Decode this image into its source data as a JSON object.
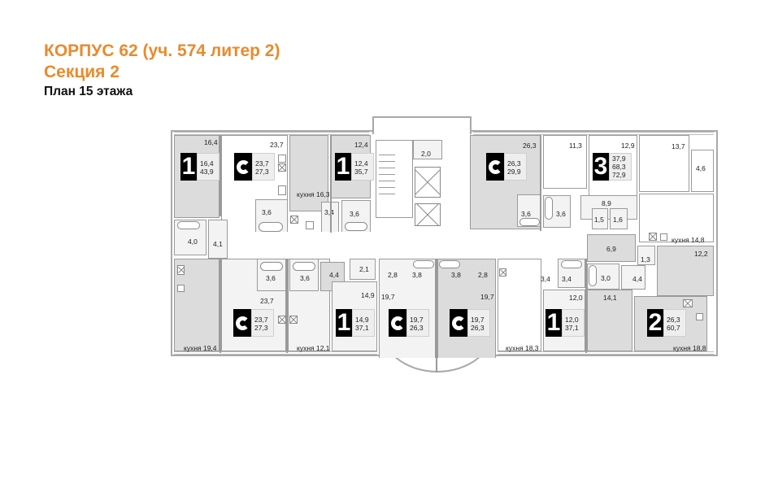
{
  "header": {
    "title": "КОРПУС 62 (уч. 574 литер 2)",
    "section": "Секция 2",
    "floor_plan": "План 15 этажа"
  },
  "colors": {
    "accent_orange": "#ea8a2c",
    "badge_black": "#000000",
    "room_gray": "#dcdcdc",
    "wall_gray": "#9a9a9a"
  },
  "common_areas": {
    "lobby_2_0": "2,0",
    "hall_4_1": "4,1",
    "storage_2_1": "2,1"
  },
  "apartments": [
    {
      "id": "apt-top-1",
      "type": "1",
      "areas": [
        "16,4",
        "43,9"
      ],
      "rooms": [
        "16,4",
        "4,0",
        "кухня 19,4"
      ]
    },
    {
      "id": "apt-top-studio-1",
      "type": "C",
      "areas": [
        "23,7",
        "27,3"
      ],
      "rooms": [
        "23,7",
        "3,6"
      ]
    },
    {
      "id": "apt-top-kitchen",
      "rooms": [
        "кухня 16,3",
        "3,4"
      ]
    },
    {
      "id": "apt-top-1b",
      "type": "1",
      "areas": [
        "12,4",
        "35,7"
      ],
      "rooms": [
        "12,4",
        "3,6"
      ]
    },
    {
      "id": "apt-top-studio-2",
      "type": "C",
      "areas": [
        "26,3",
        "29,9"
      ],
      "rooms": [
        "26,3",
        "3,6"
      ]
    },
    {
      "id": "apt-top-3",
      "type": "3",
      "areas": [
        "37,9",
        "68,3",
        "72,9"
      ],
      "rooms": [
        "11,3",
        "3,6",
        "12,9",
        "13,7",
        "4,6",
        "8,9",
        "1,5",
        "1,6",
        "кухня 14,8"
      ]
    },
    {
      "id": "apt-bot-studio-1",
      "type": "C",
      "areas": [
        "23,7",
        "27,3"
      ],
      "rooms": [
        "23,7",
        "3,6",
        "3,6"
      ]
    },
    {
      "id": "apt-bot-1",
      "type": "1",
      "areas": [
        "14,9",
        "37,1"
      ],
      "rooms": [
        "14,9",
        "4,4",
        "кухня 12,1"
      ]
    },
    {
      "id": "apt-bot-studio-2",
      "type": "C",
      "areas": [
        "19,7",
        "26,3"
      ],
      "rooms": [
        "19,7",
        "2,8",
        "3,8"
      ]
    },
    {
      "id": "apt-bot-studio-3",
      "type": "C",
      "areas": [
        "19,7",
        "26,3"
      ],
      "rooms": [
        "19,7",
        "2,8",
        "3,8"
      ]
    },
    {
      "id": "apt-bot-1b",
      "type": "1",
      "areas": [
        "12,0",
        "37,1"
      ],
      "rooms": [
        "12,0",
        "3,4",
        "3,4",
        "кухня 18,3"
      ]
    },
    {
      "id": "apt-bot-2",
      "type": "2",
      "areas": [
        "26,3",
        "60,7"
      ],
      "rooms": [
        "14,1",
        "3,0",
        "6,9",
        "4,4",
        "1,3",
        "12,2",
        "кухня 18,8"
      ]
    }
  ],
  "labels": {
    "l_16_4": "16,4",
    "l_23_7_top": "23,7",
    "l_12_4": "12,4",
    "l_26_3": "26,3",
    "l_11_3": "11,3",
    "l_12_9": "12,9",
    "l_13_7": "13,7",
    "l_4_6": "4,6",
    "l_kitchen_16_3": "кухня 16,3",
    "l_3_6_a": "3,6",
    "l_3_4_a": "3,4",
    "l_3_6_b": "3,6",
    "l_2_0": "2,0",
    "l_3_6_c": "3,6",
    "l_3_6_d": "3,6",
    "l_3_6_e": "3,6",
    "l_8_9": "8,9",
    "l_1_5": "1,5",
    "l_1_6": "1,6",
    "l_kitchen_14_8": "кухня 14,8",
    "l_4_0": "4,0",
    "l_4_1": "4,1",
    "l_6_9": "6,9",
    "l_1_3": "1,3",
    "l_12_2": "12,2",
    "l_3_6_f": "3,6",
    "l_3_6_g": "3,6",
    "l_4_4_a": "4,4",
    "l_2_1": "2,1",
    "l_2_8_a": "2,8",
    "l_3_8_a": "3,8",
    "l_3_8_b": "3,8",
    "l_2_8_b": "2,8",
    "l_3_4_b": "3,4",
    "l_3_4_c": "3,4",
    "l_3_0": "3,0",
    "l_4_4_b": "4,4",
    "l_23_7_bot": "23,7",
    "l_14_9": "14,9",
    "l_19_7_a": "19,7",
    "l_19_7_b": "19,7",
    "l_12_0": "12,0",
    "l_14_1": "14,1",
    "l_kitchen_19_4": "кухня 19,4",
    "l_kitchen_12_1": "кухня 12,1",
    "l_kitchen_18_3": "кухня 18,3",
    "l_kitchen_18_8": "кухня 18,8"
  },
  "badges": {
    "b1": {
      "type": "1",
      "a1": "16,4",
      "a2": "43,9"
    },
    "b2": {
      "type": "C",
      "a1": "23,7",
      "a2": "27,3"
    },
    "b3": {
      "type": "1",
      "a1": "12,4",
      "a2": "35,7"
    },
    "b4": {
      "type": "C",
      "a1": "26,3",
      "a2": "29,9"
    },
    "b5": {
      "type": "3",
      "a1": "37,9",
      "a2": "68,3",
      "a3": "72,9"
    },
    "b6": {
      "type": "C",
      "a1": "23,7",
      "a2": "27,3"
    },
    "b7": {
      "type": "1",
      "a1": "14,9",
      "a2": "37,1"
    },
    "b8": {
      "type": "C",
      "a1": "19,7",
      "a2": "26,3"
    },
    "b9": {
      "type": "C",
      "a1": "19,7",
      "a2": "26,3"
    },
    "b10": {
      "type": "1",
      "a1": "12,0",
      "a2": "37,1"
    },
    "b11": {
      "type": "2",
      "a1": "26,3",
      "a2": "60,7"
    }
  }
}
